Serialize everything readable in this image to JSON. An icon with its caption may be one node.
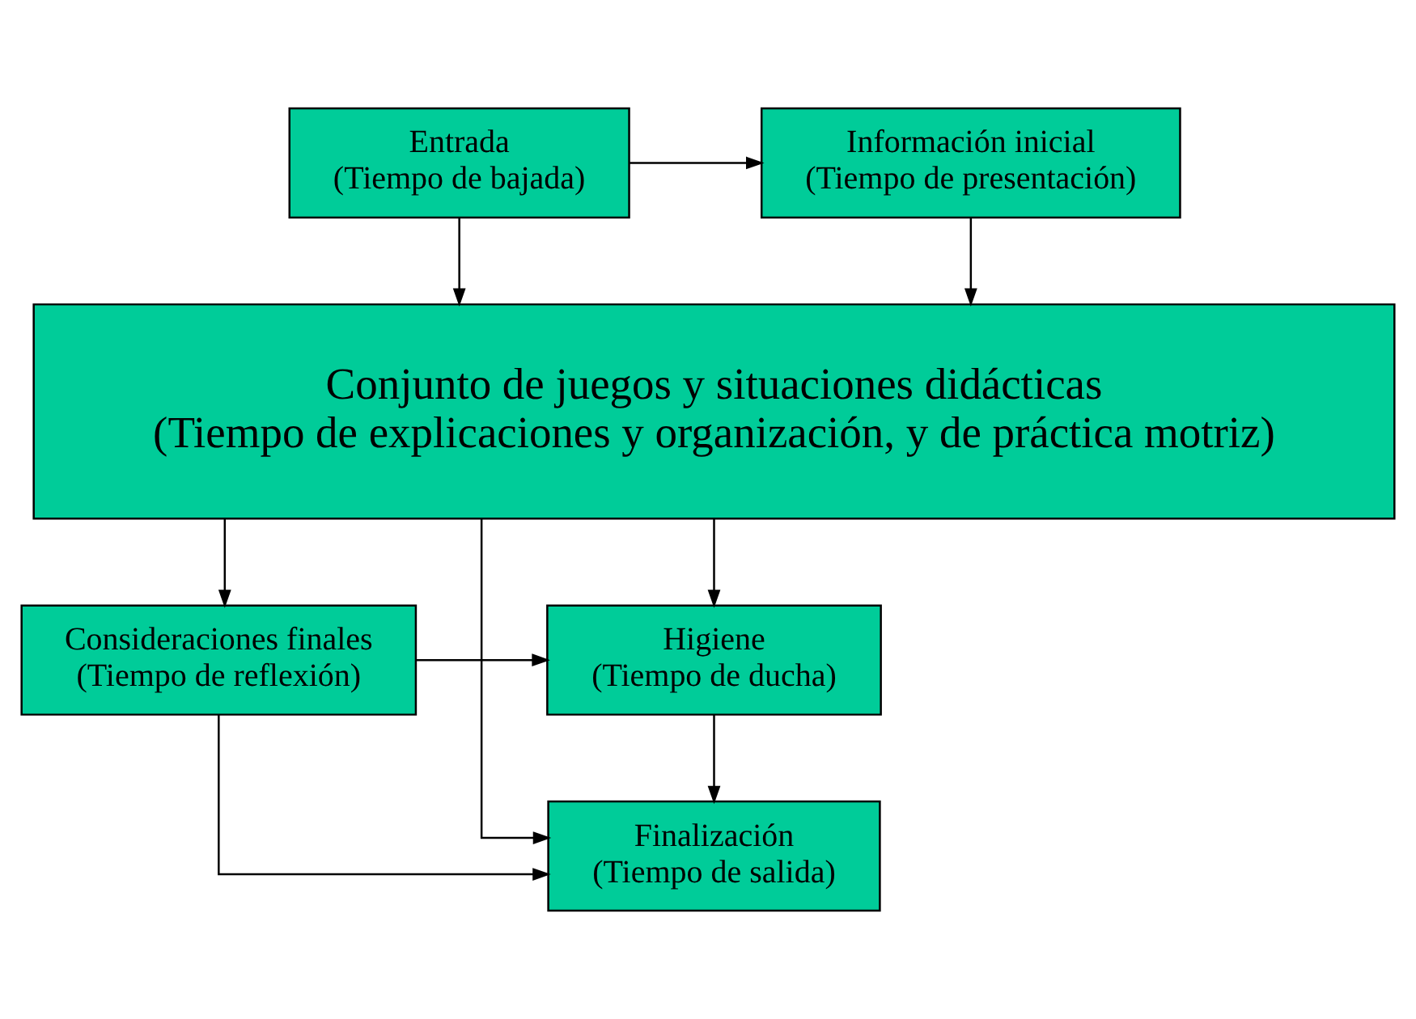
{
  "diagram": {
    "nodes": [
      {
        "text": [
          "Entrada",
          "(Tiempo de bajada)"
        ]
      },
      {
        "text": [
          "Información inicial",
          "(Tiempo de presentación)"
        ]
      },
      {
        "text": [
          "Conjunto de juegos y situaciones didácticas",
          "(Tiempo de explicaciones y organización, y de práctica motriz)"
        ]
      },
      {
        "text": [
          "Consideraciones finales",
          "(Tiempo de reflexión)"
        ]
      },
      {
        "text": [
          "Higiene",
          "(Tiempo de ducha)"
        ]
      },
      {
        "text": [
          "Finalización",
          "(Tiempo de salida)"
        ]
      }
    ],
    "edges": [
      {
        "from": 0,
        "to": 1,
        "arrow": "to"
      },
      {
        "from": 0,
        "to": 2,
        "arrow": "to"
      },
      {
        "from": 1,
        "to": 2,
        "arrow": "to"
      },
      {
        "from": 2,
        "to": 3,
        "arrow": "to"
      },
      {
        "from": 3,
        "to": 4,
        "arrow": "to"
      },
      {
        "from": 3,
        "to": 5,
        "arrow": "to"
      },
      {
        "from": 4,
        "to": 5,
        "arrow": "to"
      },
      {
        "from": 2,
        "to": 5,
        "arrow": "to"
      },
      {
        "from": 2,
        "to": 4,
        "arrow": "to"
      }
    ]
  }
}
